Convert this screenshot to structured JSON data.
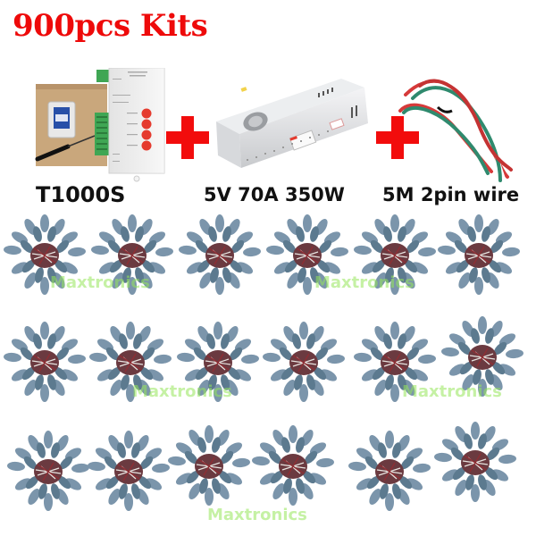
{
  "title": "900pcs Kits",
  "products": [
    {
      "name": "controller",
      "label": "T1000S"
    },
    {
      "name": "power-supply",
      "label": "5V 70A 350W"
    },
    {
      "name": "wire",
      "label": "5M 2pin wire"
    }
  ],
  "plus_signs": 2,
  "led_bundles": {
    "rows": 3,
    "per_row": 6
  },
  "watermark": "Maxtronics",
  "colors": {
    "title": "#ee0a0a",
    "plus": "#f20c0c",
    "label": "#111111"
  }
}
